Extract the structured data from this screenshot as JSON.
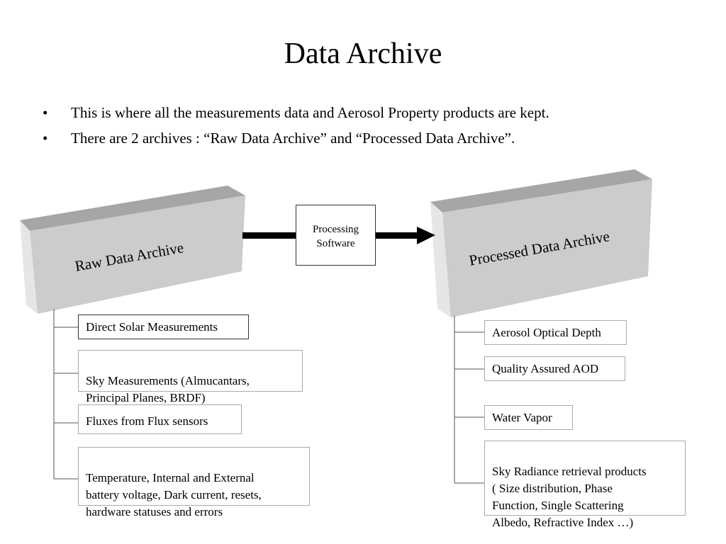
{
  "title": "Data Archive",
  "bullets": [
    "This is where all the measurements data and Aerosol Property products are kept.",
    "There are 2 archives : “Raw Data Archive” and “Processed Data Archive”."
  ],
  "bullet_symbol": "•",
  "raw_archive": {
    "label": "Raw Data Archive",
    "items": [
      "Direct Solar Measurements",
      " Sky Measurements (Almucantars,\nPrincipal Planes, BRDF)",
      "Fluxes from Flux sensors",
      "Temperature, Internal and External\nbattery voltage, Dark current, resets,\nhardware statuses and errors"
    ]
  },
  "processing": {
    "label": "Processing\nSoftware"
  },
  "processed_archive": {
    "label": "Processed Data Archive",
    "items": [
      "Aerosol Optical Depth",
      "Quality Assured AOD",
      "Water Vapor",
      "Sky Radiance retrieval products\n( Size distribution, Phase\nFunction, Single Scattering\nAlbedo, Refractive Index …)"
    ]
  },
  "colors": {
    "block_front": "#cccccc",
    "block_top": "#a6a6a6",
    "block_side": "#e6e6e6",
    "arrow": "#000000",
    "connector": "#555555"
  }
}
